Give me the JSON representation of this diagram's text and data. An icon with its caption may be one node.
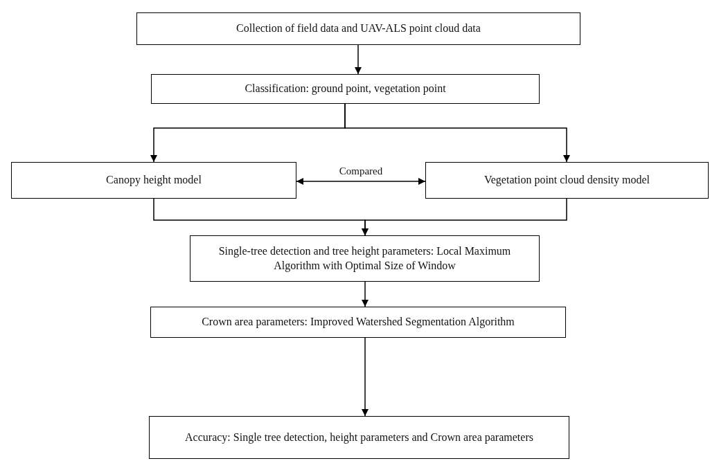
{
  "diagram": {
    "nodes": [
      {
        "text": [
          "Collection of field data and UAV-ALS point cloud data"
        ]
      },
      {
        "text": [
          "Classification: ground point, vegetation point"
        ]
      },
      {
        "text": [
          "Canopy height model"
        ]
      },
      {
        "text": [
          "Vegetation point cloud density model"
        ]
      },
      {
        "text": [
          "Single-tree detection and tree height parameters: Local Maximum Algorithm with Optimal Size of Window"
        ]
      },
      {
        "text": [
          "Crown area parameters: Improved Watershed Segmentation Algorithm"
        ]
      },
      {
        "text": [
          "Accuracy: Single tree detection, height parameters and Crown area parameters"
        ]
      }
    ],
    "edges": [
      {
        "from": 0,
        "to": 1,
        "arrow": "to"
      },
      {
        "from": 1,
        "to": 2,
        "arrow": "to"
      },
      {
        "from": 1,
        "to": 3,
        "arrow": "to"
      },
      {
        "from": 2,
        "to": 3,
        "arrow": "both",
        "label": "Compared"
      },
      {
        "from": 2,
        "to": 4,
        "arrow": "to"
      },
      {
        "from": 3,
        "to": 4,
        "arrow": "to"
      },
      {
        "from": 4,
        "to": 5,
        "arrow": "to"
      },
      {
        "from": 5,
        "to": 6,
        "arrow": "to"
      }
    ]
  }
}
